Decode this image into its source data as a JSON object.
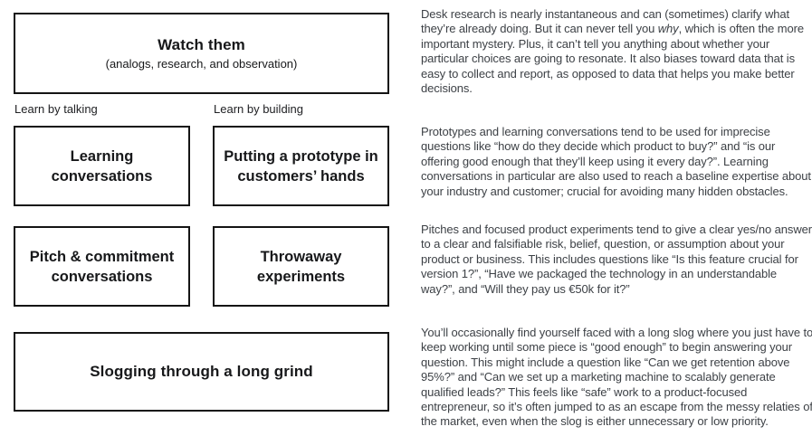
{
  "diagram": {
    "boxes": {
      "watch": {
        "title": "Watch them",
        "subtitle": "(analogs, research, and observation)"
      },
      "learning": "Learning conversations",
      "prototype": "Putting a prototype in customers’ hands",
      "pitch": "Pitch & commitment conversations",
      "throwaway": "Throwaway experiments",
      "slog": "Slogging through a long grind"
    },
    "labels": {
      "talking": "Learn by talking",
      "building": "Learn by building"
    }
  },
  "paragraphs": {
    "desk_research": {
      "pre": "Desk research is nearly instantaneous and can (sometimes) clarify what they’re already doing. But it can never tell you ",
      "italic": "why",
      "post": ", which is often the more important mystery. Plus, it can’t tell you anything about whether your particular choices are going to resonate. It also biases toward data that is easy to collect and report, as opposed to data that helps you make better decisions."
    },
    "prototypes": {
      "text": "Prototypes and learning conversations tend to be used for imprecise questions like “how do they decide which product to buy?” and “is our offering good enough that they’ll keep using it every day?”. Learning conversations in particular are also used to reach a baseline expertise about your industry and customer; crucial for avoiding many hidden obstacles."
    },
    "pitches": {
      "text": "Pitches and focused product experiments tend to give a clear yes/no answer to a clear and falsifiable risk, belief, question, or assumption about your product or business. This includes questions like “Is this feature crucial for version 1?”, “Have we packaged the technology in an understandable way?”, and “Will they pay us €50k for it?”"
    },
    "slog": {
      "text": "You’ll occasionally find yourself faced with a long slog where you just have to keep working until some piece is “good enough” to begin answering your question. This might include a question like “Can we get retention above 95%?” and “Can we set up a marketing machine to scalably generate qualified leads?” This feels like “safe” work to a product-focused entrepreneur, so it’s often jumped to as an escape from the messy relaties of the market, even when the slog is either unnecessary or low priority."
    }
  },
  "colors": {
    "border": "#141414",
    "box_text": "#17181a",
    "body_text": "#3d4146",
    "label_text": "#202124",
    "bg": "#ffffff"
  }
}
